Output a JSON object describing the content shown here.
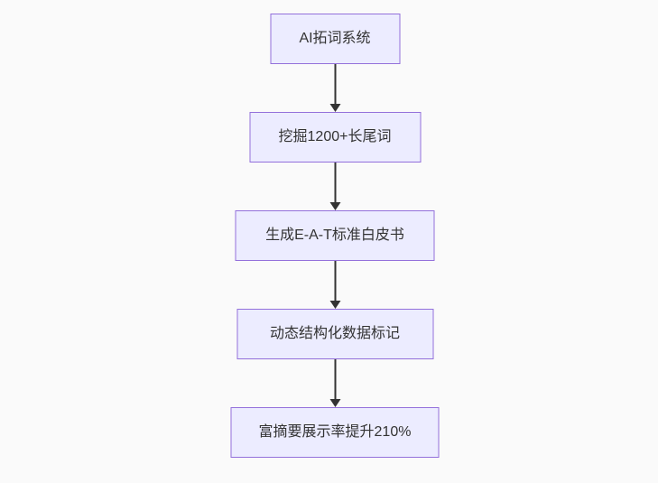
{
  "flowchart": {
    "direction": "top-down",
    "nodes": [
      {
        "id": "node-1",
        "label": "AI拓词系统"
      },
      {
        "id": "node-2",
        "label": "挖掘1200+长尾词"
      },
      {
        "id": "node-3",
        "label": "生成E-A-T标准白皮书"
      },
      {
        "id": "node-4",
        "label": "动态结构化数据标记"
      },
      {
        "id": "node-5",
        "label": "富摘要展示率提升210%"
      }
    ],
    "edges": [
      {
        "from": "node-1",
        "to": "node-2",
        "style": "arrow-down"
      },
      {
        "from": "node-2",
        "to": "node-3",
        "style": "arrow-down"
      },
      {
        "from": "node-3",
        "to": "node-4",
        "style": "arrow-down"
      },
      {
        "from": "node-4",
        "to": "node-5",
        "style": "arrow-down"
      }
    ],
    "colors": {
      "page_bg": "#fafafa",
      "node_fill": "#ececff",
      "node_border": "#9370db",
      "arrow": "#333333",
      "text": "#333333"
    }
  }
}
